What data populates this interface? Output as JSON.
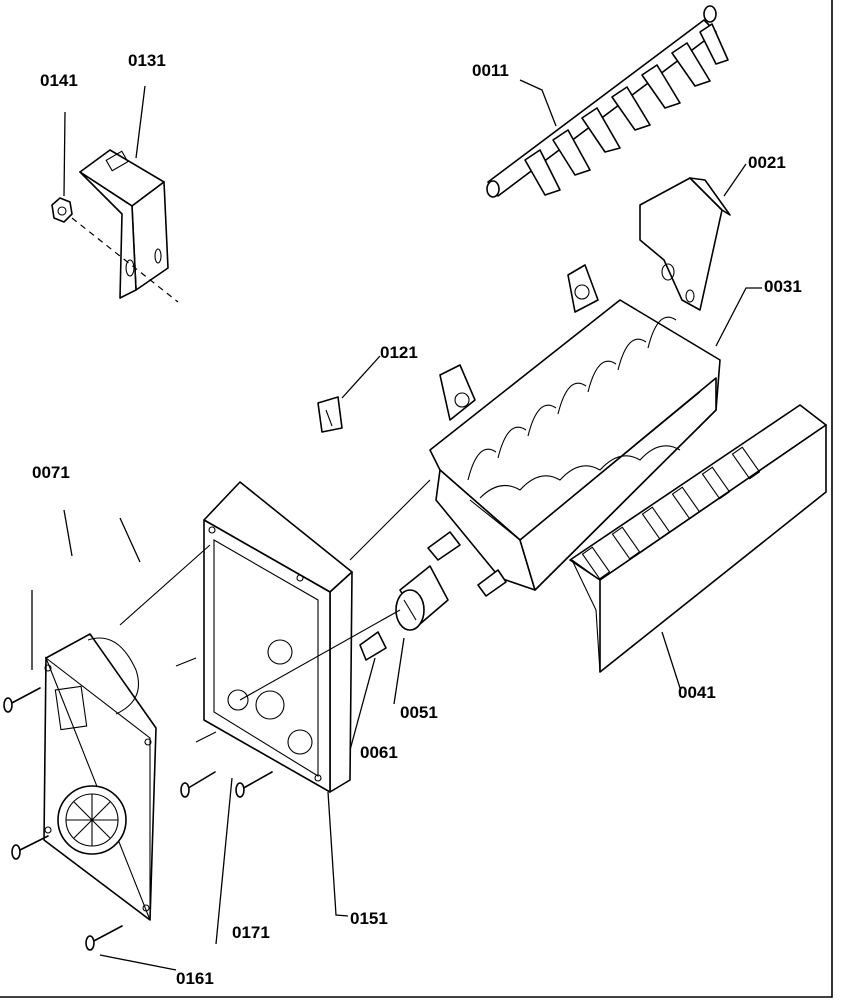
{
  "diagram": {
    "part_numbers": {
      "p0011": "0011",
      "p0021": "0021",
      "p0031": "0031",
      "p0041": "0041",
      "p0051": "0051",
      "p0061": "0061",
      "p0071": "0071",
      "p0121": "0121",
      "p0131": "0131",
      "p0141": "0141",
      "p0151": "0151",
      "p0161": "0161",
      "p0171": "0171"
    }
  }
}
